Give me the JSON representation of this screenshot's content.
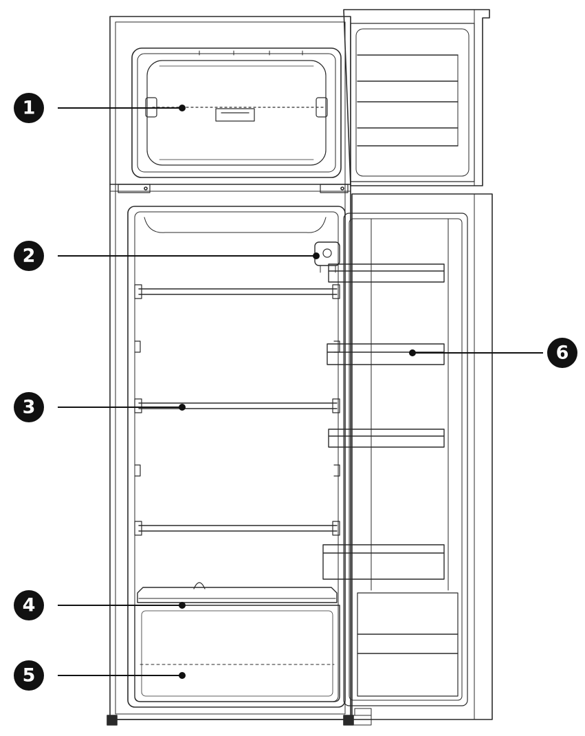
{
  "colors": {
    "line": "#2a2a2a",
    "callout_fill": "#111111",
    "callout_text": "#ffffff",
    "background": "#ffffff"
  },
  "callouts": [
    {
      "number": "1"
    },
    {
      "number": "2"
    },
    {
      "number": "3"
    },
    {
      "number": "4"
    },
    {
      "number": "5"
    },
    {
      "number": "6"
    }
  ]
}
